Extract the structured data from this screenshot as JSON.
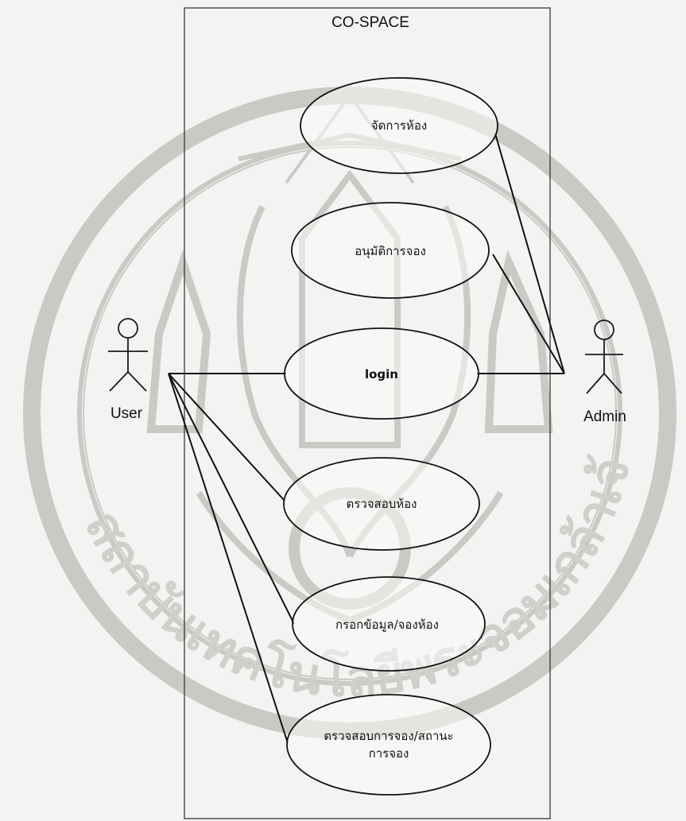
{
  "system": {
    "title": "CO-SPACE"
  },
  "actors": {
    "user": "User",
    "admin": "Admin"
  },
  "use_cases": {
    "manage_room": "จัดการห้อง",
    "approve_booking": "อนุมัติการจอง",
    "login": "login",
    "check_room": "ตรวจสอบห้อง",
    "fill_booking_line1": "กรอกข้อมูล/จองห้อง",
    "check_status_line1": "ตรวจสอบการจอง/สถานะ",
    "check_status_line2": "การจอง"
  },
  "watermark": {
    "seal_text": "สถาบันเทคโนโลยีพระจอมเกล้าเจ้าคุณทหารลาดกระบัง"
  }
}
